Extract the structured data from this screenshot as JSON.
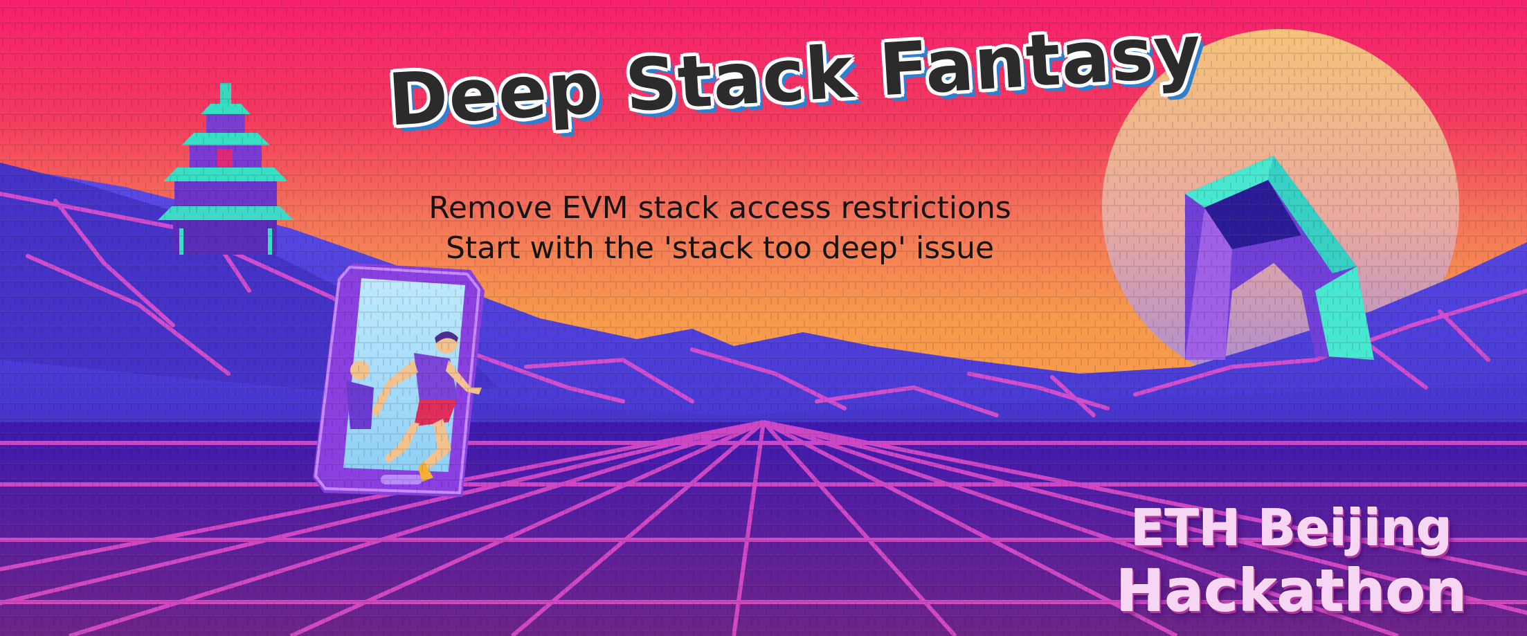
{
  "banner": {
    "title": "Deep Stack Fantasy",
    "subtitle_lines": [
      "Remove EVM stack access restrictions",
      "Start with the 'stack too deep' issue"
    ],
    "event_lines": [
      "ETH Beijing",
      "Hackathon"
    ]
  },
  "colors": {
    "sky_top": "#f7206e",
    "sky_mid": "#f4585e",
    "sky_bottom": "#f79a4c",
    "mountain": "#4a3ad8",
    "grid_line": "#e84ec4",
    "ground": "#3a18a0",
    "sun": "#f2bf8a",
    "title_text": "#2b2b2b",
    "title_shadow": "#2f7fcf",
    "event_text": "#f7d6f3"
  },
  "icons": [
    "pagoda-icon",
    "sun-icon",
    "tower-icon",
    "phone-icon",
    "runner-icon"
  ]
}
